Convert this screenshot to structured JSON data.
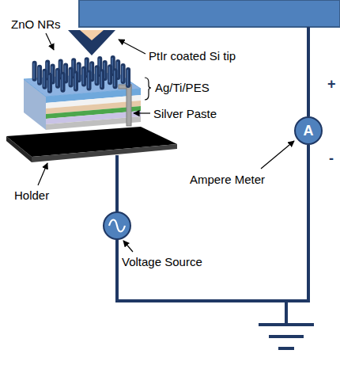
{
  "diagram": {
    "nodes": [
      {
        "text": [
          "A"
        ]
      }
    ],
    "labels": [
      "ZnO NRs",
      "PtIr coated Si tip",
      "+",
      "Ag/Ti/PES",
      "Silver Paste",
      "-",
      "Ampere Meter",
      "Holder",
      "Voltage Source"
    ]
  }
}
